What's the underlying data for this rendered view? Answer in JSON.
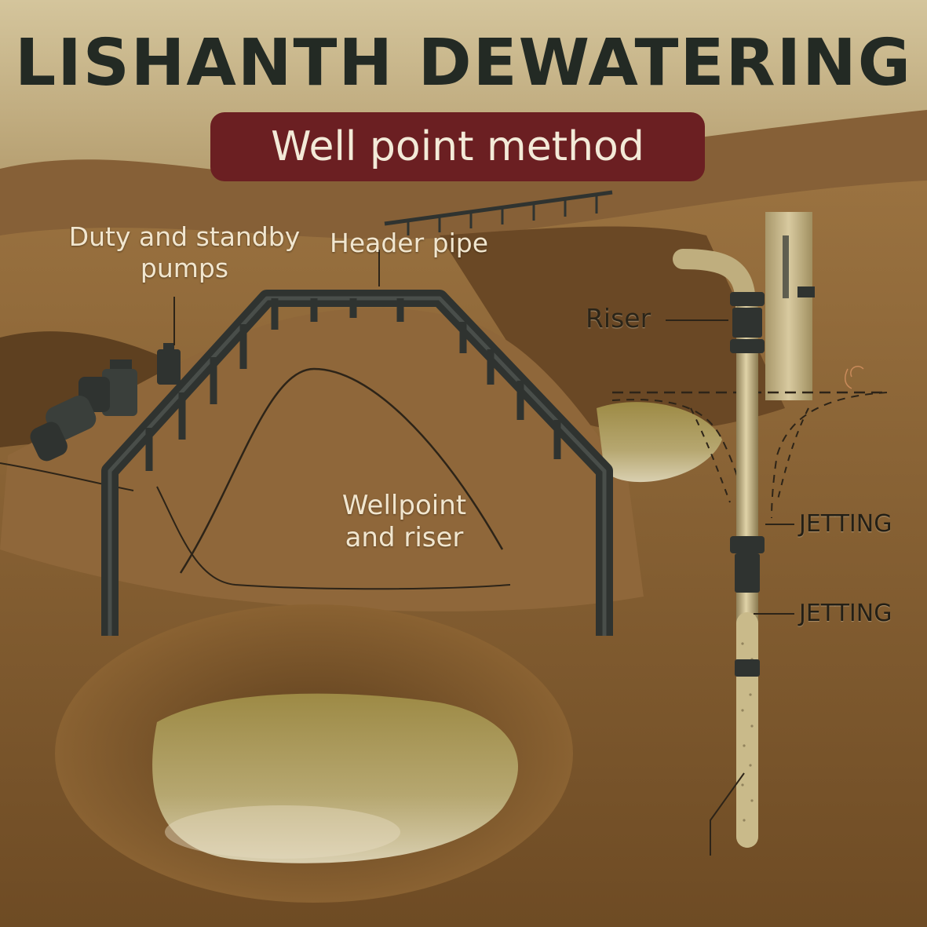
{
  "title": "LISHANTH DEWATERING",
  "subtitle": "Well point method",
  "labels": {
    "duty_pumps": "Duty and standby pumps",
    "header_pipe": "Header pipe",
    "wellpoint_riser": "Wellpoint and riser",
    "riser": "Riser",
    "jetting_upper": "JETTING",
    "jetting_lower": "JETTING"
  },
  "colors": {
    "sky_top": "#c9b98f",
    "soil": "#8c6534",
    "soil_dark": "#5a3d1c",
    "water": "#8a7a3a",
    "pipe": "#2f3330",
    "riser_tube": "#c8b98c",
    "subtitle_bg": "#6b1f22",
    "title_text": "#232a24"
  },
  "icons": [
    "pump-icon",
    "control-box-icon"
  ]
}
